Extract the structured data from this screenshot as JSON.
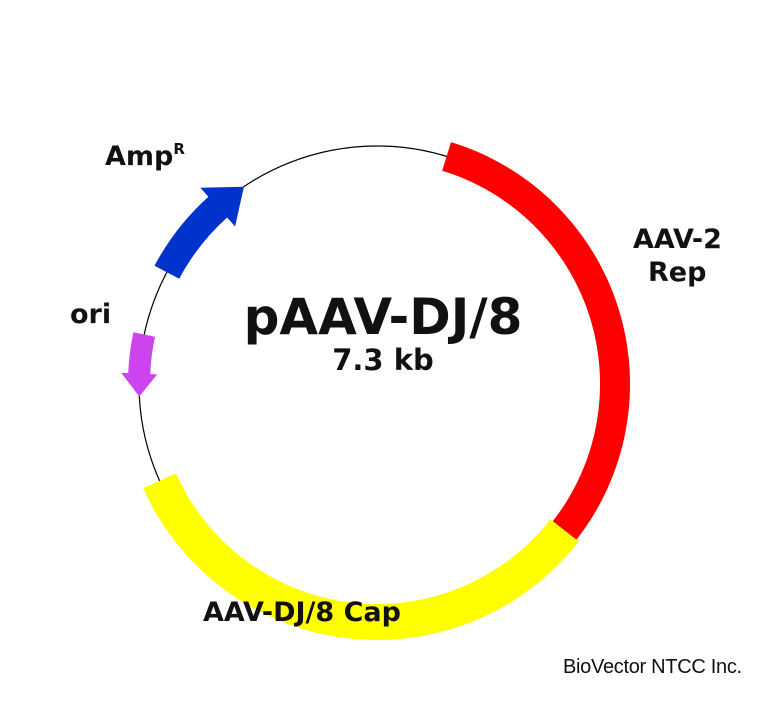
{
  "plasmid": {
    "name": "pAAV-DJ/8",
    "size": "7.3 kb"
  },
  "features": {
    "rep": {
      "label_line1": "AAV-2",
      "label_line2": "Rep",
      "color": "#ff0000"
    },
    "cap": {
      "label": "AAV-DJ/8 Cap",
      "color": "#ffff00"
    },
    "ampr": {
      "label": "Amp",
      "superscript": "R",
      "color": "#0033cc"
    },
    "ori": {
      "label": "ori",
      "color": "#cc44ee"
    }
  },
  "credit": "BioVector NTCC Inc."
}
